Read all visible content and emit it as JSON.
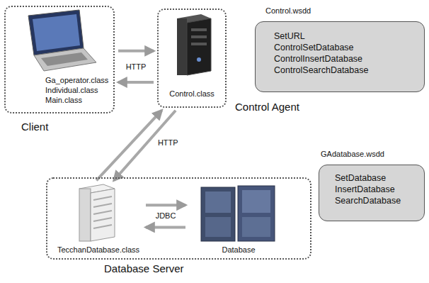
{
  "diagram": {
    "nodes": [
      {
        "text": [
          "Ga_operator.class Individual.class Main.class",
          "Client"
        ]
      },
      {
        "text": [
          "Control.class",
          "Control Agent"
        ]
      },
      {
        "text": [
          "Control.wsdd",
          "SetURL ControlSetDatabase ControlInsertDatabase ControlSearchDatabase"
        ]
      },
      {
        "text": [
          "Database Server"
        ]
      },
      {
        "text": [
          "TecchanDatabase.class"
        ],
        "in": 3
      },
      {
        "text": [
          "Database"
        ],
        "in": 3
      },
      {
        "text": [
          "GAdatabase.wsdd",
          "SetDatabase InsertDatabase SearchDatabase"
        ]
      }
    ],
    "edges": [
      {
        "from": 0,
        "to": 1,
        "arrow": "to"
      },
      {
        "from": 1,
        "to": 0,
        "arrow": "to",
        "label": "HTTP"
      },
      {
        "from": 4,
        "to": 1,
        "arrow": "to",
        "label": "HTTP"
      },
      {
        "from": 1,
        "to": 4,
        "arrow": "to"
      },
      {
        "from": 4,
        "to": 5,
        "arrow": "to",
        "label": "JDBC"
      },
      {
        "from": 5,
        "to": 4,
        "arrow": "to"
      }
    ]
  }
}
